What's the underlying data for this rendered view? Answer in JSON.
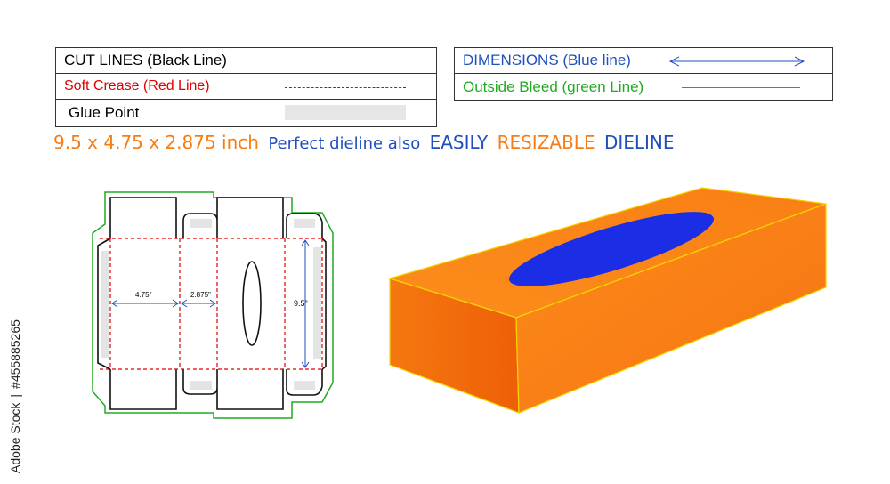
{
  "legend_left": {
    "rows": [
      {
        "label": "CUT LINES (Black Line)",
        "color": "#000000",
        "style": "solid"
      },
      {
        "label": "Soft Crease (Red Line)",
        "color": "#e00000",
        "style": "dashed"
      },
      {
        "label": "Glue Point",
        "color": "#000000",
        "style": "glue"
      }
    ]
  },
  "legend_right": {
    "rows": [
      {
        "label": "DIMENSIONS (Blue line)",
        "color": "#1f4fbf",
        "style": "arrow"
      },
      {
        "label": "Outside Bleed (green Line)",
        "color": "#22aa22",
        "style": "solid"
      }
    ]
  },
  "headline": {
    "dims": "9.5 x 4.75 x  2.875 inch",
    "desc": "Perfect dieline also",
    "word1": "EASILY",
    "word2": "RESIZABLE",
    "word3": "DIELINE"
  },
  "dieline": {
    "dim_width": "4.75\"",
    "dim_depth": "2.875\"",
    "dim_length": "9.5\""
  },
  "stock": {
    "brand": "Adobe Stock",
    "separator": "|",
    "id": "#455885265"
  },
  "colors": {
    "orange": "#f97c12",
    "blue": "#1f4fbf",
    "red": "#e00000",
    "green": "#22aa22",
    "box_front": "#f06a0a",
    "box_top": "#fb8a1a",
    "box_side": "#f98418",
    "box_edge": "#f5d400",
    "opening": "#1b2ee6"
  }
}
